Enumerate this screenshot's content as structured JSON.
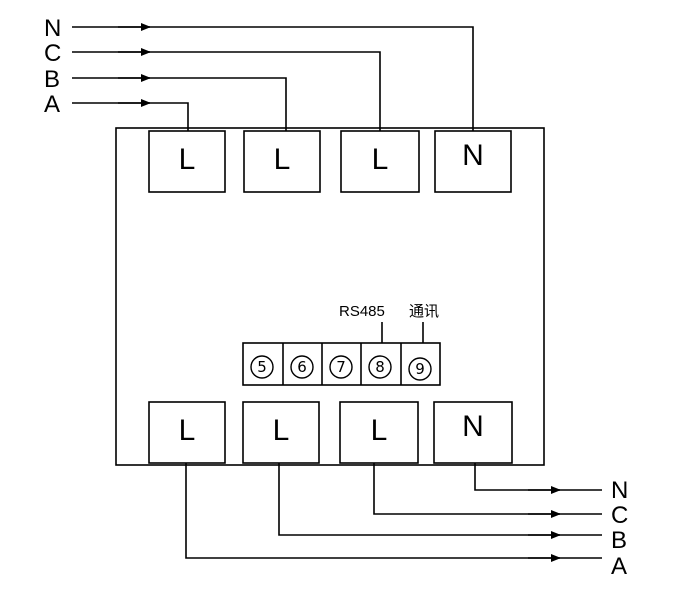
{
  "top_inputs": [
    "N",
    "C",
    "B",
    "A"
  ],
  "top_terminals": [
    "L",
    "L",
    "L",
    "N"
  ],
  "bottom_terminals": [
    "L",
    "L",
    "L",
    "N"
  ],
  "bottom_outputs": [
    "N",
    "C",
    "B",
    "A"
  ],
  "comm": {
    "protocol": "RS485",
    "label": "通讯",
    "pins": [
      "5",
      "6",
      "7",
      "8",
      "9"
    ]
  }
}
